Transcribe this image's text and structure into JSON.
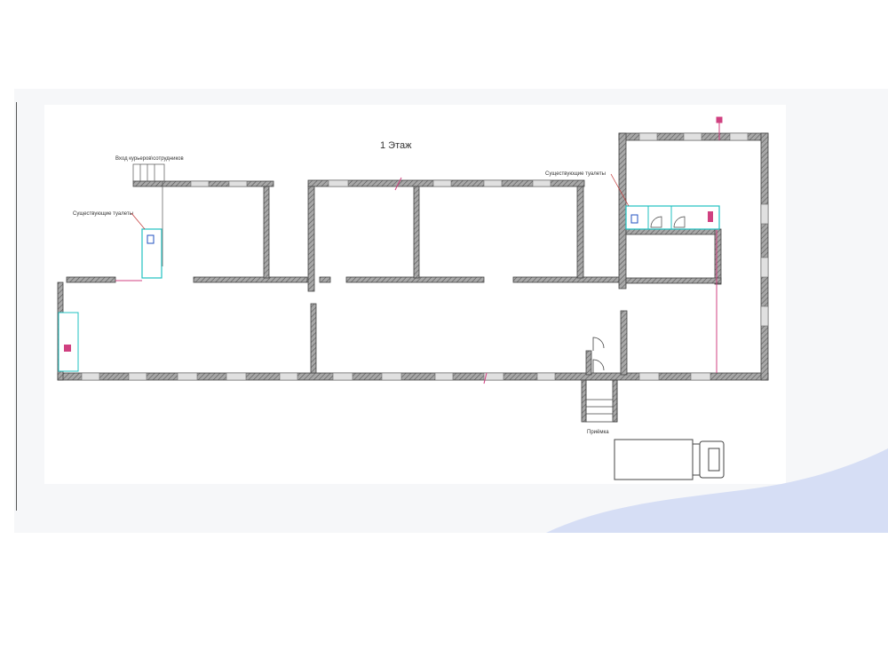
{
  "plan": {
    "title": "1 Этаж",
    "labels": {
      "courier_entrance": "Вход курьеров\\сотрудников",
      "existing_toilets_left": "Существующие туалеты",
      "existing_toilets_right": "Существующие туалеты",
      "receiving": "Приёмка"
    }
  },
  "colors": {
    "wall": "#8a8a8a",
    "window": "#d9d9d9",
    "window_marker": "#d04080",
    "toilet_outline": "#20c0c0",
    "wave": "#d6def5"
  }
}
